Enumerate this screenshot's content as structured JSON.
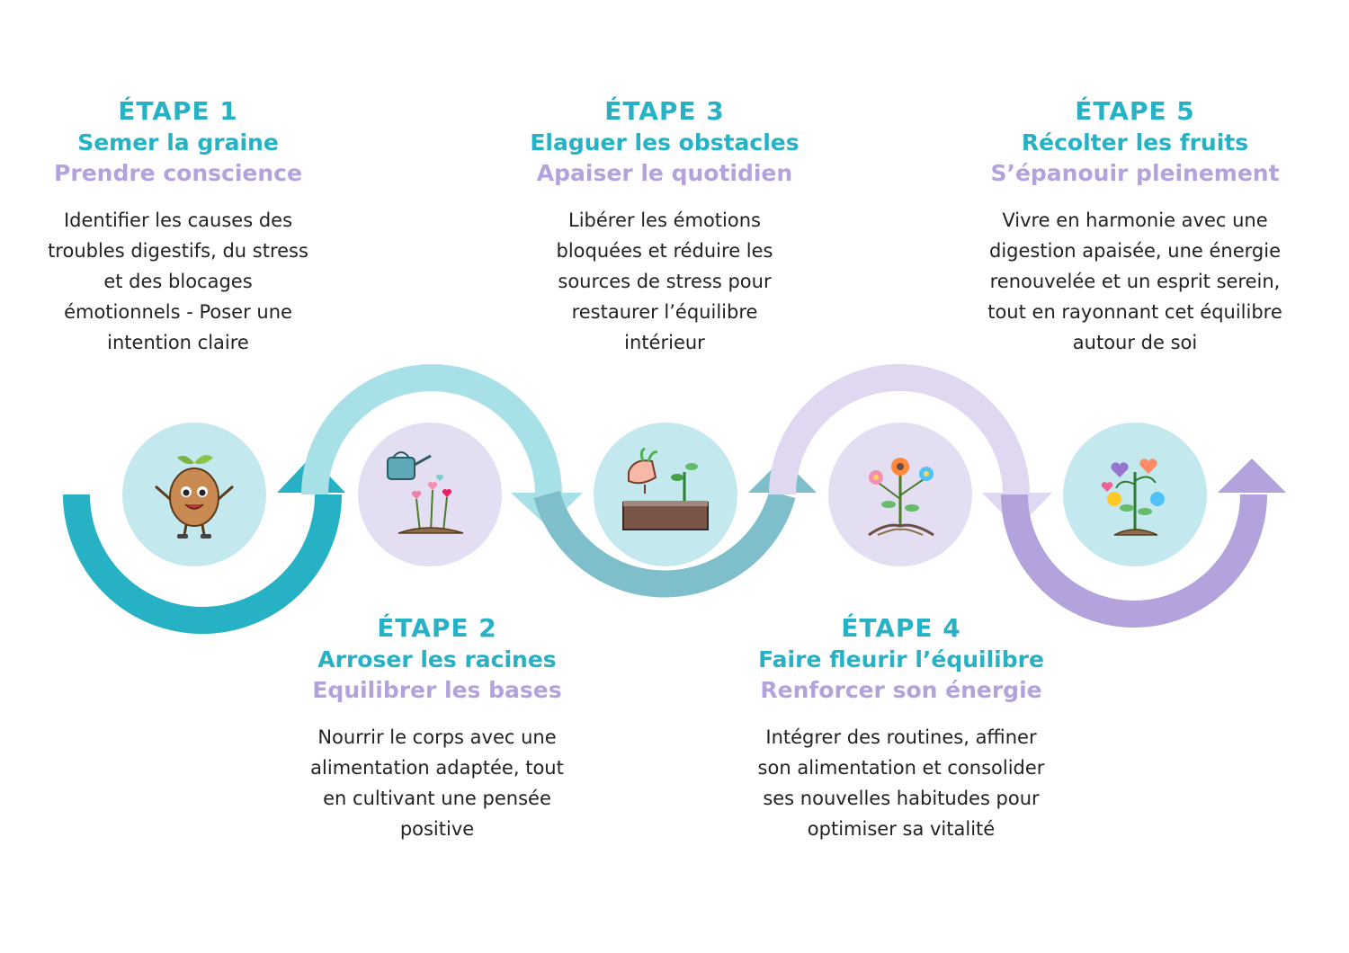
{
  "colors": {
    "teal": "#26b1c4",
    "teal_dark": "#1f9fb0",
    "teal_light": "#a7e0e6",
    "teal_mid": "#7fbfcb",
    "lavender": "#b4a2dc",
    "lavender_light": "#e0d8f1",
    "circle_teal": "#c3e8ee",
    "circle_lavender": "#e4def2"
  },
  "steps": [
    {
      "num": "ÉTAPE 1",
      "title": "Semer la graine",
      "subtitle": "Prendre conscience",
      "description": "Identifier les causes des troubles digestifs, du stress et des blocages émotionnels - Poser une intention claire",
      "icon": "smiling-seed-icon"
    },
    {
      "num": "ÉTAPE 2",
      "title": "Arroser les racines",
      "subtitle": "Equilibrer les bases",
      "description": "Nourrir le corps avec une alimentation adaptée, tout en cultivant une pensée positive",
      "icon": "watering-can-icon"
    },
    {
      "num": "ÉTAPE 3",
      "title": "Elaguer les obstacles",
      "subtitle": "Apaiser le quotidien",
      "description": "Libérer les émotions bloquées et réduire les sources de stress pour restaurer l’équilibre intérieur",
      "icon": "pulling-weed-icon"
    },
    {
      "num": "ÉTAPE 4",
      "title": "Faire fleurir l’équilibre",
      "subtitle": "Renforcer son énergie",
      "description": "Intégrer des routines, affiner son alimentation et consolider ses nouvelles habitudes pour optimiser sa vitalité",
      "icon": "blooming-flowers-icon"
    },
    {
      "num": "ÉTAPE 5",
      "title": "Récolter les fruits",
      "subtitle": "S’épanouir pleinement",
      "description": "Vivre en harmonie avec une digestion apaisée, une énergie renouvelée et un esprit serein, tout en rayonnant cet équilibre autour de soi",
      "icon": "fruit-tree-icon"
    }
  ]
}
